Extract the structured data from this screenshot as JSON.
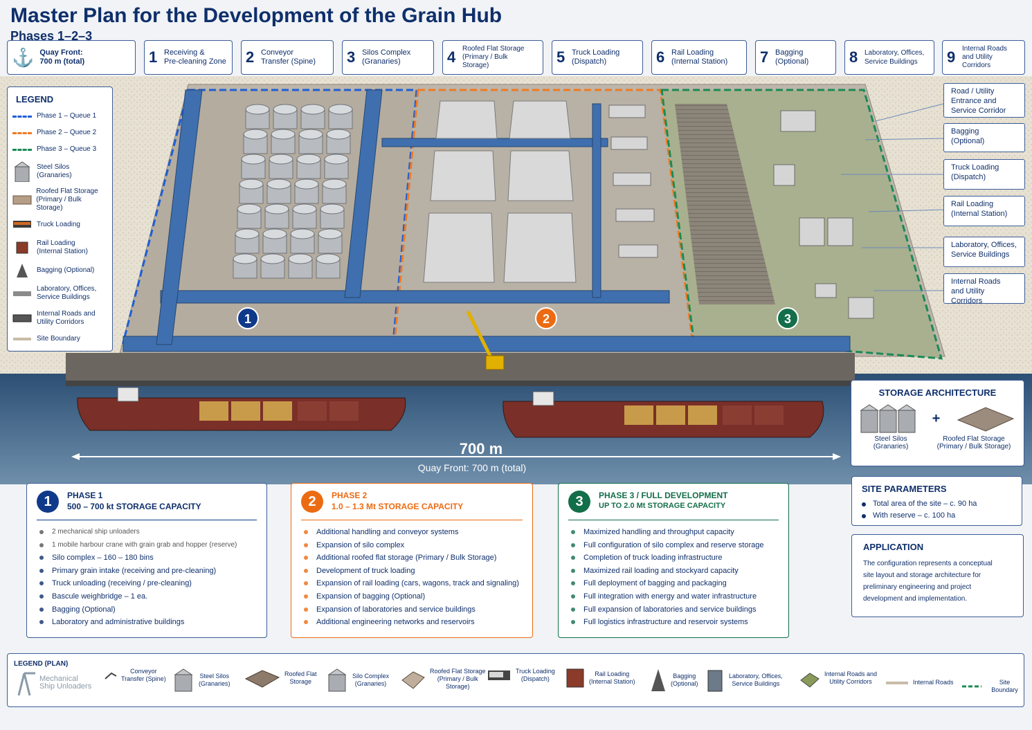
{
  "header": {
    "title": "Master Plan for the Development of the Grain Hub",
    "subtitle": "Phases 1–2–3"
  },
  "top_items": [
    {
      "num": "",
      "label": "Quay Front:\n700 m (total)",
      "icon": "anchor-icon"
    },
    {
      "num": "1",
      "label": "Receiving &\nPre-cleaning Zone"
    },
    {
      "num": "2",
      "label": "Conveyor\nTransfer (Spine)"
    },
    {
      "num": "3",
      "label": "Silos Complex\n(Granaries)"
    },
    {
      "num": "4",
      "label": "Roofed Flat Storage\n(Primary / Bulk\nStorage)"
    },
    {
      "num": "5",
      "label": "Truck Loading\n(Dispatch)"
    },
    {
      "num": "6",
      "label": "Rail Loading\n(Internal Station)"
    },
    {
      "num": "7",
      "label": "Bagging\n(Optional)"
    },
    {
      "num": "8",
      "label": "Laboratory, Offices,\nService Buildings"
    },
    {
      "num": "9",
      "label": "Internal Roads\nand Utility\nCorridors"
    }
  ],
  "legend": {
    "title": "LEGEND",
    "items": [
      {
        "label": "Phase 1 – Queue 1",
        "icon": "phase1-dashed-line",
        "color": "#1f5fd6"
      },
      {
        "label": "Phase 2 – Queue 2",
        "icon": "phase2-dashed-line",
        "color": "#f07a22"
      },
      {
        "label": "Phase 3 – Queue 3",
        "icon": "phase3-dashed-line",
        "color": "#1b8a55"
      },
      {
        "label": "Steel Silos\n(Granaries)",
        "icon": "silo-icon"
      },
      {
        "label": "Roofed Flat Storage\n(Primary / Bulk Storage)",
        "icon": "flat-storage-icon"
      },
      {
        "label": "Truck Loading",
        "icon": "truck-icon"
      },
      {
        "label": "Rail Loading\n(Internal Station)",
        "icon": "rail-icon"
      },
      {
        "label": "Bagging (Optional)",
        "icon": "bagging-icon"
      },
      {
        "label": "Laboratory, Offices,\nService Buildings",
        "icon": "building-icon"
      },
      {
        "label": "Internal Roads and\nUtility Corridors",
        "icon": "road-icon"
      },
      {
        "label": "Site Boundary",
        "icon": "boundary-icon"
      }
    ]
  },
  "callouts": [
    "Road / Utility\nEntrance and\nService Corridor",
    "Bagging\n(Optional)",
    "Truck Loading\n(Dispatch)",
    "Rail Loading\n(Internal Station)",
    "Laboratory, Offices,\nService Buildings",
    "Internal Roads\nand Utility Corridors"
  ],
  "map": {
    "markers": [
      "1",
      "2",
      "3"
    ],
    "dimension": "700 m",
    "quay_caption": "Quay Front: 700 m (total)"
  },
  "storage_arch": {
    "title": "STORAGE ARCHITECTURE",
    "plus": "+",
    "silos": "Steel Silos\n(Granaries)",
    "flat": "Roofed Flat Storage\n(Primary / Bulk Storage)"
  },
  "site_params": {
    "title": "SITE PARAMETERS",
    "items": [
      "Total area of the site – c. 90 ha",
      "With reserve – c. 100 ha"
    ]
  },
  "application": {
    "title": "APPLICATION",
    "text": "The configuration represents a conceptual\nsite layout and storage architecture for\npreliminary engineering and project\ndevelopment and implementation."
  },
  "phases": [
    {
      "num": "1",
      "title": "PHASE 1",
      "capacity": "500 – 700 kt STORAGE CAPACITY",
      "color": "#0f3a8a",
      "items": [
        "2 mechanical ship unloaders",
        "1 mobile harbour crane with grain grab and hopper (reserve)",
        "Silo complex – 160 – 180 bins",
        "Primary grain intake (receiving and pre-cleaning)",
        "Truck unloading (receiving / pre-cleaning)",
        "Bascule weighbridge – 1 ea.",
        "Bagging (Optional)",
        "Laboratory and administrative buildings"
      ]
    },
    {
      "num": "2",
      "title": "PHASE 2",
      "capacity": "1.0 – 1.3 Mt STORAGE CAPACITY",
      "color": "#ec6b12",
      "items": [
        "Additional handling and conveyor systems",
        "Expansion of silo complex",
        "Additional roofed flat storage (Primary / Bulk Storage)",
        "Development of truck loading",
        "Expansion of rail loading (cars, wagons, track and signaling)",
        "Expansion of bagging (Optional)",
        "Expansion of laboratories and service buildings",
        "Additional engineering networks and reservoirs"
      ]
    },
    {
      "num": "3",
      "title": "PHASE 3 / FULL DEVELOPMENT",
      "capacity": "UP TO 2.0 Mt STORAGE CAPACITY",
      "color": "#136e4a",
      "items": [
        "Maximized handling and throughput capacity",
        "Full configuration of silo complex and reserve storage",
        "Completion of truck loading infrastructure",
        "Maximized rail loading and stockyard capacity",
        "Full deployment of bagging and packaging",
        "Full integration with energy and water infrastructure",
        "Full expansion of laboratories and service buildings",
        "Full logistics infrastructure and reservoir systems"
      ]
    }
  ],
  "bottom_legend": {
    "title": "LEGEND (PLAN)",
    "items": [
      {
        "label": "Mechanical\nShip Unloaders",
        "icon": "ship-unloader-icon"
      },
      {
        "label": "Conveyor\nTransfer (Spine)",
        "icon": "conveyor-icon"
      },
      {
        "label": "Steel Silos\n(Granaries)",
        "icon": "silo-icon"
      },
      {
        "label": "Roofed Flat\nStorage",
        "icon": "flat-storage-icon"
      },
      {
        "label": "Silo Complex\n(Granaries)",
        "icon": "silo-complex-icon"
      },
      {
        "label": "Roofed Flat Storage\n(Primary / Bulk\nStorage)",
        "icon": "flat-storage-icon"
      },
      {
        "label": "Truck Loading\n(Dispatch)",
        "icon": "truck-icon"
      },
      {
        "label": "Rail Loading\n(Internal Station)",
        "icon": "rail-icon"
      },
      {
        "label": "Bagging\n(Optional)",
        "icon": "bagging-icon"
      },
      {
        "label": "Laboratory, Offices,\nService Buildings",
        "icon": "building-icon"
      },
      {
        "label": "Internal Roads and\nUtility Corridors",
        "icon": "road-icon"
      },
      {
        "label": "Internal Roads",
        "icon": "internal-road-icon"
      },
      {
        "label": "Site Boundary",
        "icon": "boundary-icon"
      }
    ]
  }
}
